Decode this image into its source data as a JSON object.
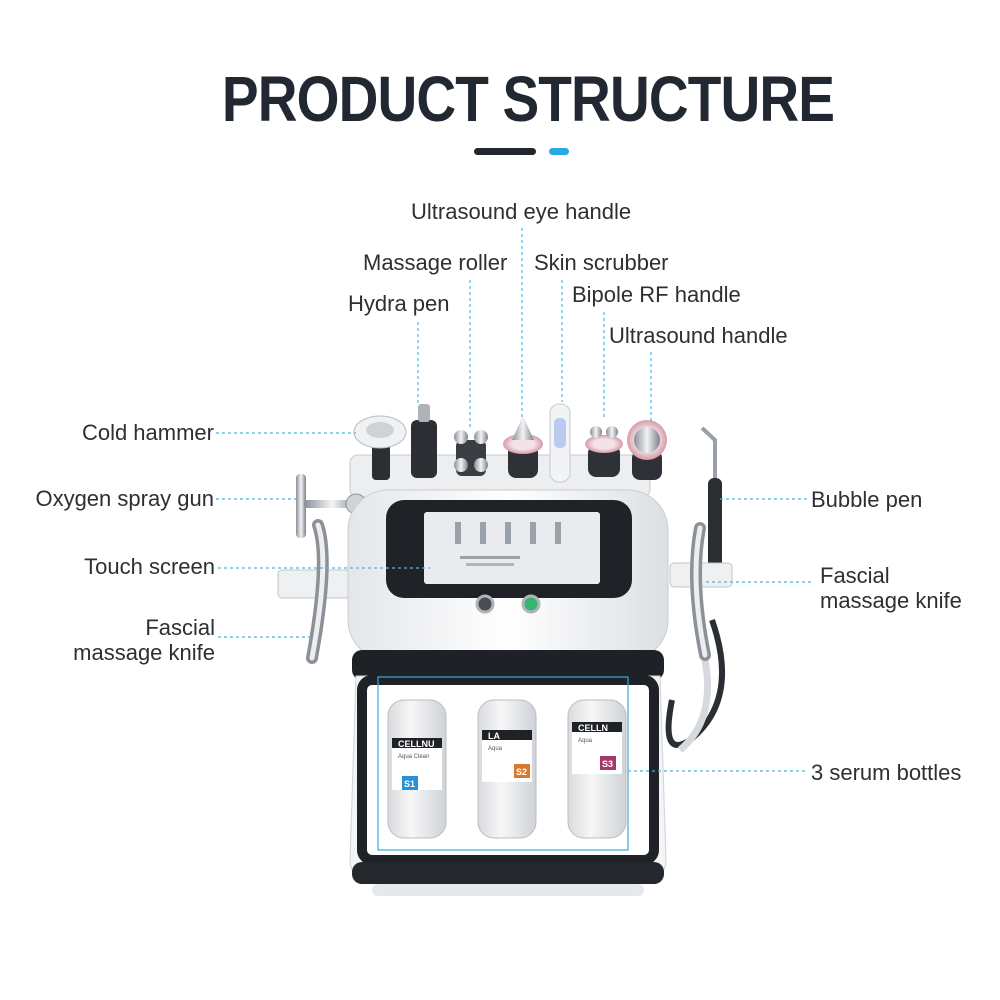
{
  "header": {
    "title": "PRODUCT STRUCTURE"
  },
  "colors": {
    "accent": "#29a9e6",
    "title": "#222831",
    "line": "#4fb3df"
  },
  "labels": {
    "ultrasound_eye_handle": "Ultrasound eye handle",
    "massage_roller": "Massage roller",
    "skin_scrubber": "Skin scrubber",
    "hydra_pen": "Hydra pen",
    "bipole_rf_handle": "Bipole RF handle",
    "ultrasound_handle": "Ultrasound handle",
    "cold_hammer": "Cold hammer",
    "oxygen_spray_gun": "Oxygen spray gun",
    "touch_screen": "Touch screen",
    "fascial_knife_left_1": "Fascial",
    "fascial_knife_left_2": "massage knife",
    "bubble_pen": "Bubble pen",
    "fascial_knife_right_1": "Fascial",
    "fascial_knife_right_2": "massage knife",
    "serum_bottles": "3 serum bottles"
  },
  "bottles": [
    {
      "brand": "CELLNU",
      "tag": "S1",
      "tag_color": "#2a8fd6",
      "sub": "Aqua Clean"
    },
    {
      "brand": "LA",
      "tag": "S2",
      "tag_color": "#d9782a",
      "sub": "Aqua"
    },
    {
      "brand": "CELLN",
      "tag": "S3",
      "tag_color": "#a43a6a",
      "sub": "Aqua"
    }
  ]
}
